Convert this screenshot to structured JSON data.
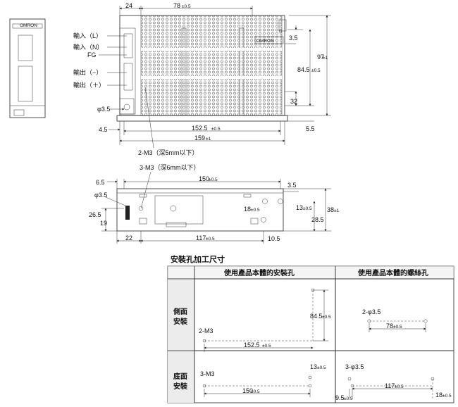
{
  "top_view": {
    "dim_top_left": "24",
    "dim_top_width": "78",
    "dim_top_width_tol": "±0.5",
    "terminals": [
      "輸入（L）",
      "輸入（N）",
      "FG",
      "輸出（−）",
      "輸出（＋）"
    ],
    "brand": "OMRON",
    "dim_right_small": "3.5",
    "dim_height_inner": "84.5",
    "dim_height_inner_tol": "±0.5",
    "dim_height_outer": "97",
    "dim_height_outer_tol": "±1",
    "dim_32": "32",
    "dim_5_5": "5.5",
    "dim_hole": "φ3.5",
    "dim_4_5": "4.5",
    "dim_inner_width": "152.5",
    "dim_inner_width_tol": "±0.5",
    "dim_outer_width": "159",
    "dim_outer_width_tol": "±1",
    "note_m3": "2-M3（深5mm以下）"
  },
  "bottom_view": {
    "note_m3": "3-M3（深6mm以下）",
    "dim_6_5": "6.5",
    "dim_150": "150",
    "dim_150_tol": "±0.5",
    "dim_3_5": "3.5",
    "dim_hole": "φ3.5",
    "dim_18": "18",
    "dim_18_tol": "±0.5",
    "dim_13": "13",
    "dim_13_tol": "±0.5",
    "dim_38": "38",
    "dim_38_tol": "±1",
    "dim_26_5_left": "26.5",
    "dim_19": "19",
    "dim_28_5": "28.5",
    "dim_22": "22",
    "dim_117": "117",
    "dim_117_tol": "±0.5",
    "dim_10_5": "10.5"
  },
  "mount_table": {
    "title": "安裝孔加工尺寸",
    "col1": "使用產品本體的安裝孔",
    "col2": "使用產品本體的螺絲孔",
    "row1": "側面\n安裝",
    "row2": "底面\n安裝",
    "side_body": {
      "dim_h": "84.5",
      "dim_h_tol": "±0.5",
      "label": "2-M3",
      "dim_w": "152.5",
      "dim_w_tol": "±0.5"
    },
    "side_screw": {
      "label": "2-φ3.5",
      "dim_w": "78",
      "dim_w_tol": "±0.5"
    },
    "bottom_body": {
      "label": "3-M3",
      "dim_13": "13",
      "dim_13_tol": "±0.5",
      "dim_w": "150",
      "dim_w_tol": "±0.5"
    },
    "bottom_screw": {
      "label": "3-φ3.5",
      "dim_117": "117",
      "dim_117_tol": "±0.5",
      "dim_9_5": "9.5",
      "dim_9_5_tol": "±0.5",
      "dim_18": "18",
      "dim_18_tol": "±0.5"
    }
  }
}
